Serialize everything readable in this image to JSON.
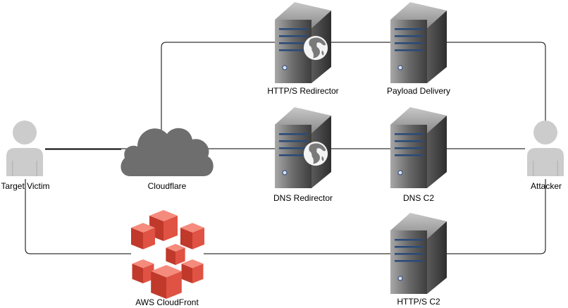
{
  "nodes": {
    "target_victim": {
      "label": "Target Victim",
      "icon": "user-icon"
    },
    "attacker": {
      "label": "Attacker",
      "icon": "user-icon"
    },
    "cloudflare": {
      "label": "Cloudflare",
      "icon": "cloud-icon"
    },
    "aws_cloudfront": {
      "label": "AWS CloudFront",
      "icon": "aws-cloudfront-icon"
    },
    "http_redirector": {
      "label": "HTTP/S Redirector",
      "icon": "web-server-icon"
    },
    "payload_delivery": {
      "label": "Payload Delivery",
      "icon": "server-icon"
    },
    "dns_redirector": {
      "label": "DNS Redirector",
      "icon": "web-server-icon"
    },
    "dns_c2": {
      "label": "DNS C2",
      "icon": "server-icon"
    },
    "https_c2": {
      "label": "HTTP/S C2",
      "icon": "server-icon"
    }
  },
  "colors": {
    "connector": "#000000",
    "user": "#cccccc",
    "cloud": "#6e6e6e",
    "aws": "#e05243",
    "server_body": "#6a6a6a",
    "server_stripe": "#2a4a7a"
  }
}
